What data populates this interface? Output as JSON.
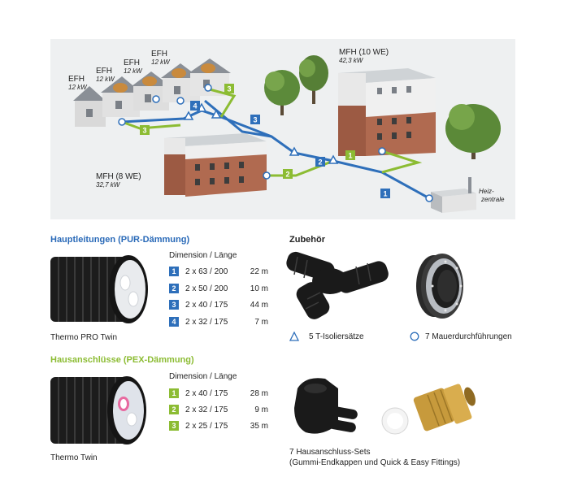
{
  "diagram": {
    "efh": [
      {
        "label": "EFH",
        "kw": "12 kW"
      },
      {
        "label": "EFH",
        "kw": "12 kW"
      },
      {
        "label": "EFH",
        "kw": "12 kW"
      },
      {
        "label": "EFH",
        "kw": "12 kW"
      }
    ],
    "mfh10": {
      "label": "MFH (10 WE)",
      "kw": "42,3 kW"
    },
    "mfh8": {
      "label": "MFH (8 WE)",
      "kw": "32,7 kW"
    },
    "heiz": {
      "line1": "Heiz-",
      "line2": "zentrale"
    },
    "main_badges": [
      "1",
      "2",
      "3",
      "4"
    ],
    "house_badges": [
      "1",
      "2",
      "3",
      "3"
    ],
    "colors": {
      "main": "#2e6fba",
      "house": "#8cbc33",
      "bg": "#eef0f1"
    }
  },
  "main_section": {
    "title": "Hauptleitungen (PUR-Dämmung)",
    "header": "Dimension / Länge",
    "rows": [
      {
        "n": "1",
        "dim": "2 x 63 / 200",
        "len": "22 m"
      },
      {
        "n": "2",
        "dim": "2 x 50 / 200",
        "len": "10 m"
      },
      {
        "n": "3",
        "dim": "2 x 40 / 175",
        "len": "44 m"
      },
      {
        "n": "4",
        "dim": "2 x 32 / 175",
        "len": "7 m"
      }
    ],
    "caption": "Thermo PRO Twin"
  },
  "house_section": {
    "title": "Hausanschlüsse (PEX-Dämmung)",
    "header": "Dimension / Länge",
    "rows": [
      {
        "n": "1",
        "dim": "2 x 40 / 175",
        "len": "28 m"
      },
      {
        "n": "2",
        "dim": "2 x 32 / 175",
        "len": "9 m"
      },
      {
        "n": "3",
        "dim": "2 x 25 / 175",
        "len": "35 m"
      }
    ],
    "caption": "Thermo Twin"
  },
  "accessories": {
    "title": "Zubehör",
    "tee": "5 T-Isoliersätze",
    "wall": "7 Mauerdurchführungen",
    "sets_line1": "7 Hausanschluss-Sets",
    "sets_line2": "(Gummi-Endkappen und Quick & Easy Fittings)"
  }
}
